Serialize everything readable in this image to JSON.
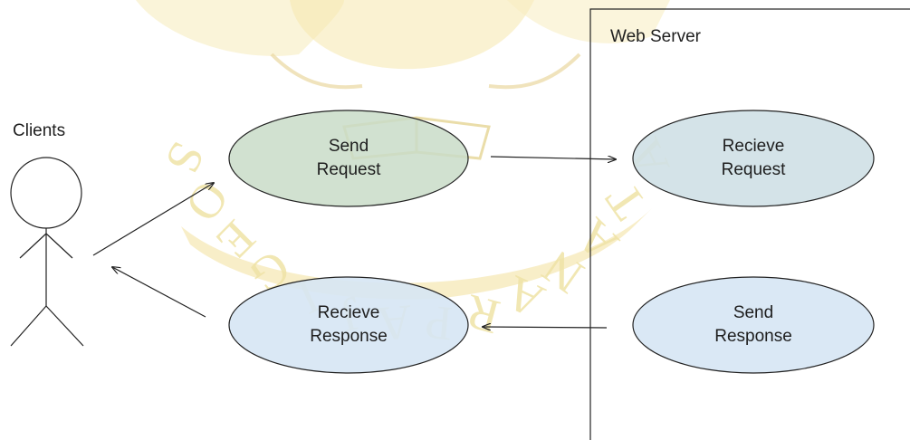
{
  "diagram": {
    "colors": {
      "line": "#222222",
      "ellipse_blue": "#d6e6f4",
      "ellipse_green": "#c9dcc8",
      "text": "#1e1e1e",
      "watermark": "#efe3a6"
    },
    "actor": {
      "label": "Clients"
    },
    "system": {
      "label": "Web Server"
    },
    "use_cases": {
      "send_request": {
        "line1": "Send",
        "line2": "Request"
      },
      "recieve_response": {
        "line1": "Recieve",
        "line2": "Response"
      },
      "recieve_request": {
        "line1": "Recieve",
        "line2": "Request"
      },
      "send_response": {
        "line1": "Send",
        "line2": "Response"
      }
    },
    "watermark": {
      "letters": [
        "S",
        "O",
        "E",
        "G",
        "I",
        "J",
        "A",
        "P",
        "R",
        "A",
        "N",
        "A",
        "T",
        "A"
      ]
    }
  }
}
